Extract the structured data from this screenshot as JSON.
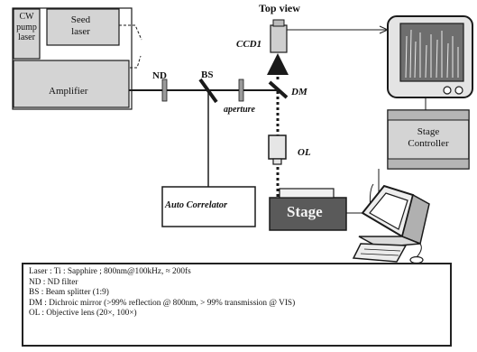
{
  "labels": {
    "cw_pump_laser": "CW pump laser",
    "seed_laser": "Seed laser",
    "amplifier": "Amplifier",
    "nd": "ND",
    "bs": "BS",
    "aperture": "aperture",
    "top_view": "Top view",
    "ccd1": "CCD1",
    "dm": "DM",
    "ol": "OL",
    "auto_correlator": "Auto Correlator",
    "stage": "Stage",
    "stage_controller": "Stage Controller"
  },
  "legend": [
    "Laser : Ti : Sapphire ; 800nm@100kHz, ≈ 200fs",
    "ND : ND filter",
    "BS : Beam splitter (1:9)",
    "DM : Dichroic mirror (>99% reflection @ 800nm, > 99% transmission @ VIS)",
    "OL : Objective lens (20×, 100×)"
  ],
  "colors": {
    "box_fill": "#dcdcdc",
    "stage_fill": "#5a5a5a",
    "line": "#1a1a1a"
  }
}
